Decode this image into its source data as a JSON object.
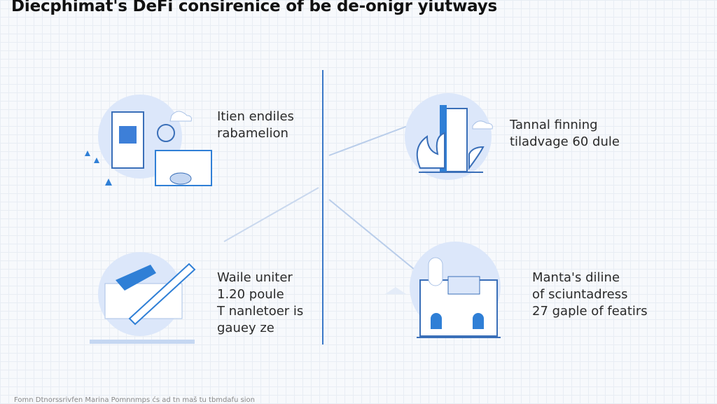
{
  "title": "Diecphimat's DeFi consirenice of be de-onigr yiutways",
  "blocks": {
    "top_left": [
      "Itien endiles",
      "rabamelion"
    ],
    "top_right": [
      "Tannal finning",
      "tiladvage 60 dule"
    ],
    "bottom_left": [
      "Waile uniter",
      "1.20 poule",
      "T nanletoer is",
      "gauey ze"
    ],
    "bottom_right": [
      "Manta's diline",
      "of sciuntadress",
      "27 gaple of featirs"
    ]
  },
  "footer": "Fomn Dtnorssrivfen Marina Pomnnmps ćs ad tn maš tu tbmdafu sion",
  "colors": {
    "accent": "#2f7fd6",
    "circle": "#dce7fa",
    "line": "#3a78c8"
  }
}
